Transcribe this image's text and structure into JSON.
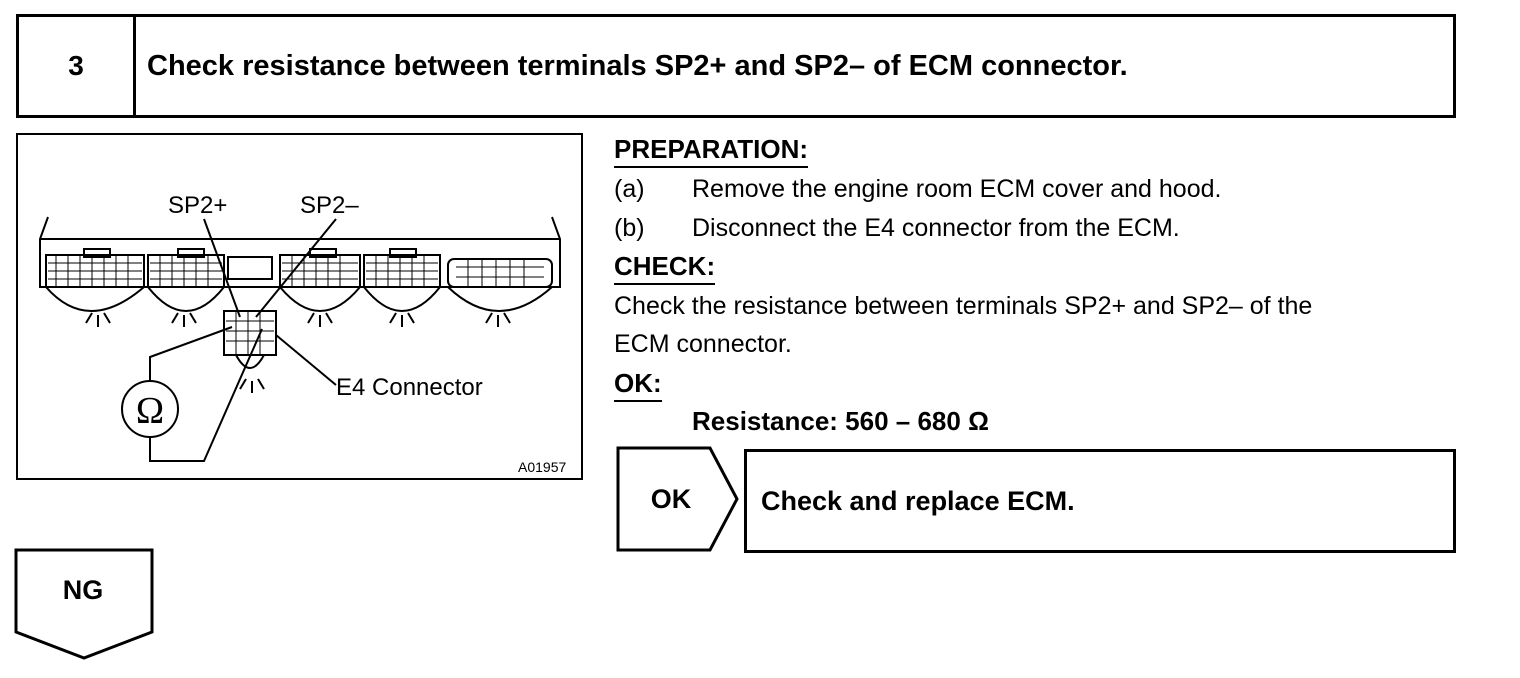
{
  "step": {
    "number": "3",
    "title": "Check resistance between terminals SP2+ and SP2– of ECM connector."
  },
  "figure": {
    "labels": {
      "sp2_plus": "SP2+",
      "sp2_minus": "SP2–",
      "e4_connector": "E4 Connector",
      "ohm_symbol": "Ω",
      "figure_id": "A01957"
    }
  },
  "preparation": {
    "heading": "PREPARATION:",
    "items": [
      {
        "marker": "(a)",
        "text": "Remove the engine room ECM cover and hood."
      },
      {
        "marker": "(b)",
        "text": "Disconnect the E4 connector from the ECM."
      }
    ]
  },
  "check": {
    "heading": "CHECK:",
    "lines": [
      "Check the resistance between terminals SP2+ and SP2– of the",
      "ECM connector."
    ]
  },
  "ok_spec": {
    "heading": "OK:",
    "spec": "Resistance: 560 – 680 Ω"
  },
  "results": {
    "ok": {
      "label": "OK",
      "action": "Check and replace ECM."
    },
    "ng": {
      "label": "NG"
    }
  }
}
